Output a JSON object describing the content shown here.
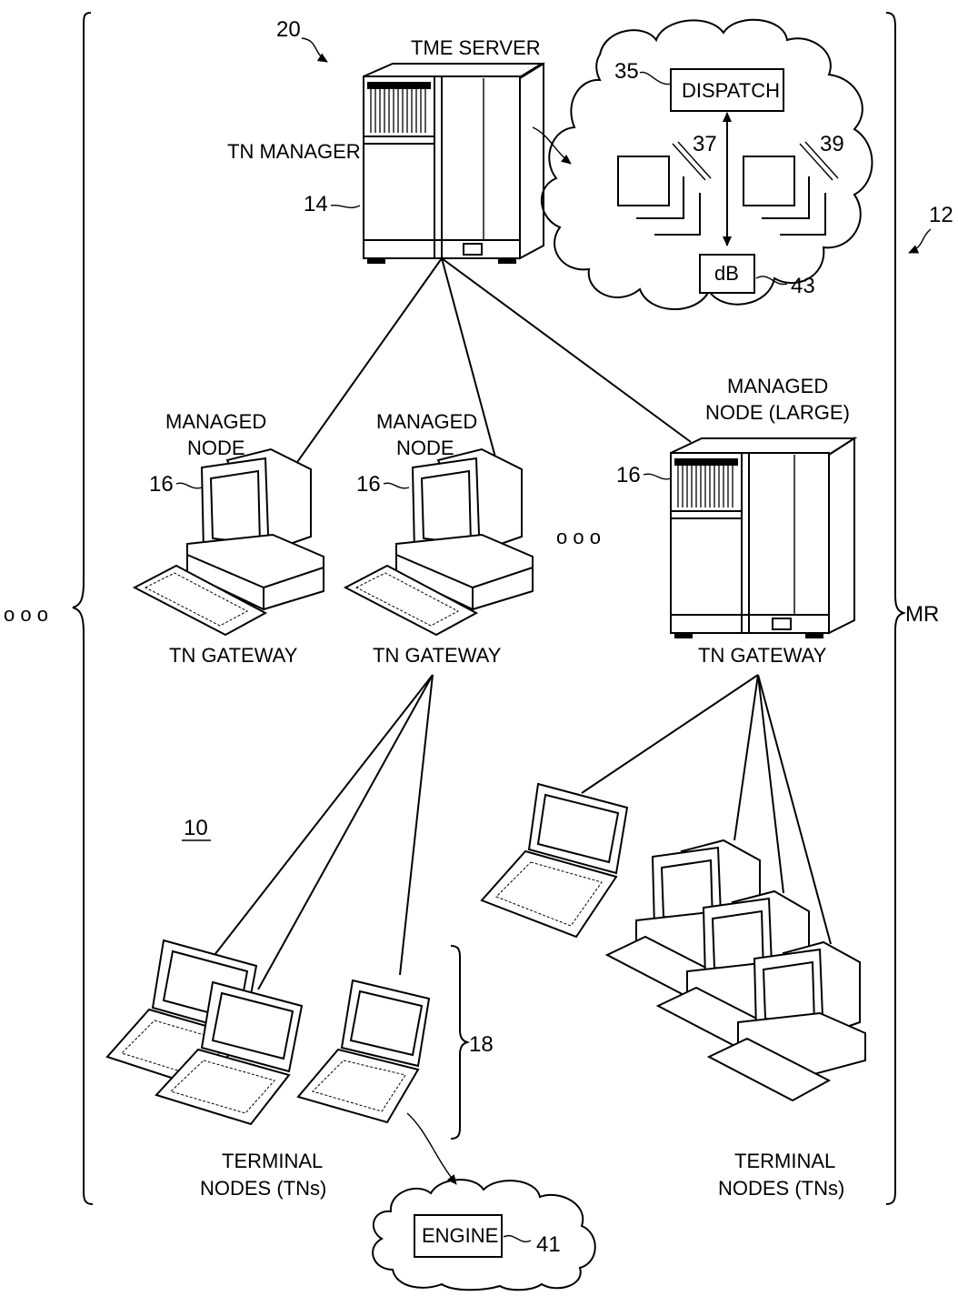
{
  "figure": {
    "ref_20": "20",
    "ref_12": "12",
    "ref_10": "10",
    "ref_mr": "MR",
    "ref_18": "18",
    "ellipsis": "o o o"
  },
  "server": {
    "title": "TME SERVER",
    "manager_label": "TN MANAGER",
    "ref": "14"
  },
  "cloud_top": {
    "dispatch_label": "DISPATCH",
    "dispatch_ref": "35",
    "ref_37": "37",
    "ref_39": "39",
    "db_label": "dB",
    "db_ref": "43"
  },
  "managed_nodes": [
    {
      "title_line1": "MANAGED",
      "title_line2": "NODE",
      "ref": "16",
      "gateway": "TN GATEWAY"
    },
    {
      "title_line1": "MANAGED",
      "title_line2": "NODE",
      "ref": "16",
      "gateway": "TN GATEWAY"
    },
    {
      "title_line1": "MANAGED",
      "title_line2": "NODE (LARGE)",
      "ref": "16",
      "gateway": "TN GATEWAY"
    }
  ],
  "terminal_groups": [
    {
      "line1": "TERMINAL",
      "line2": "NODES (TNs)"
    },
    {
      "line1": "TERMINAL",
      "line2": "NODES (TNs)"
    }
  ],
  "cloud_bottom": {
    "engine_label": "ENGINE",
    "engine_ref": "41"
  }
}
